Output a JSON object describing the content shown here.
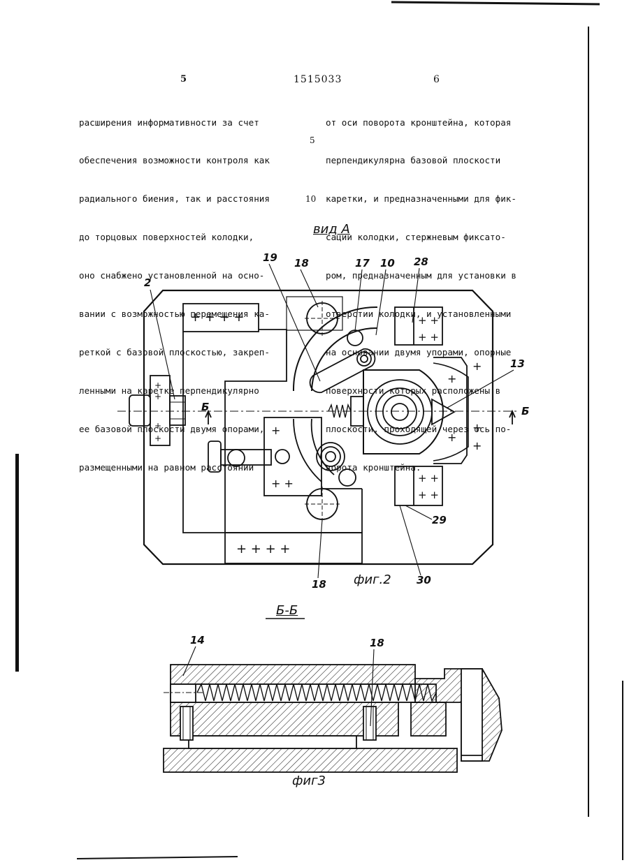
{
  "header": {
    "page_left": "5",
    "patent_number": "1515033",
    "page_right": "6"
  },
  "left_column": [
    "расширения информативности за счет",
    "обеспечения возможности контроля как",
    "радиального биения, так и расстояния",
    "до торцовых поверхностей колодки,",
    "оно снабжено установленной на осно-",
    "вании с возможностью перемещения ка-",
    "реткой с базовой плоскостью, закреп-",
    "ленными на каретке перпендикулярно",
    "ее базовой плоскости двумя опорами,",
    "размещенными на равном расстоянии"
  ],
  "right_column": [
    "от оси поворота кронштейна, которая",
    "перпендикулярна базовой плоскости",
    "каретки, и предназначенными для фик-",
    "сации колодки, стержневым фиксато-",
    "ром, предназначенным для установки в",
    "отверстии колодки, и установленными",
    "на основании двумя упорами, опорные",
    "поверхности которых расположены в",
    "плоскости, проходящей через ось по-",
    "ворота кронштейна."
  ],
  "line_numbers": {
    "five": "5",
    "ten": "10"
  },
  "figure2": {
    "view_title": "вид А",
    "caption": "фиг.2",
    "section_mark": "Б",
    "callouts": {
      "c2": "2",
      "c19": "19",
      "c18a": "18",
      "c17": "17",
      "c10": "10",
      "c28": "28",
      "c13": "13",
      "c29": "29",
      "c30": "30",
      "c18b": "18"
    }
  },
  "figure3": {
    "section_title": "Б-Б",
    "caption": "фиг3",
    "callouts": {
      "c14": "14",
      "c18": "18"
    }
  }
}
